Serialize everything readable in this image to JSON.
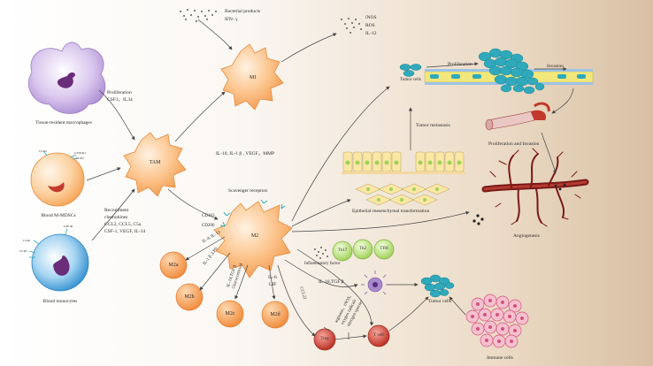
{
  "cells": {
    "tissue_macrophages": "Tissue-resident macrophages",
    "blood_mmdsc": "Blood M-MDSCs",
    "blood_monocytes": "Blood monocytes",
    "tam": "TAM",
    "m1": "M1",
    "m2": "M2",
    "m2a": "M2a",
    "m2b": "M2b",
    "m2c": "M2c",
    "m2d": "M2d",
    "th17": "Th17",
    "th2": "Th2",
    "tfh": "TFH",
    "treg": "Treg",
    "tcell": "T cell",
    "tumor_cells_bottom": "Tumor cells",
    "tumor_cells_top": "Tumor cells",
    "immune_cells": "Immune cells",
    "inflammatory_factor": "Inflammatory factor"
  },
  "labels": {
    "proliferation_csf": [
      "Proliferation",
      "CSF1，IL34"
    ],
    "bacterial": [
      "Bacterial products",
      "IFN- γ"
    ],
    "inos": [
      "iNOS",
      "ROS",
      "IL-12"
    ],
    "cytokines": "IL-10, IL-1 β , VEGF，MMP",
    "scavenger": "Scavenger receptors",
    "cd163": "CD163",
    "cd206": "CD206",
    "recruitment": [
      "Recruitment",
      "chemokines",
      "CCL2, CCL5, C5a",
      "CSF-1, VEGF, IL-34"
    ],
    "il4": "IL-4, IL-13",
    "il1b": "IL-1 β ,LPS",
    "il10tgf": [
      "IL-10,TGF β",
      "Glucocorticoid"
    ],
    "il6": [
      "IL-6",
      "LIF"
    ],
    "ccl22": "CCL22",
    "il10tgf2": "IL-10,TGF β",
    "arginase": [
      "arginase，iNOS,",
      "oxygen radicals",
      "nitrogen species"
    ],
    "proliferation": "Proliferation",
    "invasion": "Invasion",
    "tumor_metastasis": "Tumor metastasis",
    "prolif_invasion": "Proliferation and Invasion",
    "emt": "Epithelial-mesenchymal transformation",
    "angiogenesis": "Angiogenesis",
    "ccr2": "CCR2",
    "cx3cr1": "CX3CR1",
    "ccr5": "CCR5",
    "c5ar": "C5aR",
    "ccr5b": "CCR5",
    "csf1r": "CSF1R"
  },
  "colors": {
    "orange": "#f5a560",
    "orange_light": "#fde0c2",
    "purple": "#a889c9",
    "blue": "#3f9ed8",
    "teal": "#2aa9b9",
    "green": "#9fd25a",
    "red_vessel": "#7a1a1a",
    "treg_red": "#c0392b",
    "immune_pink": "#e36d8e"
  }
}
